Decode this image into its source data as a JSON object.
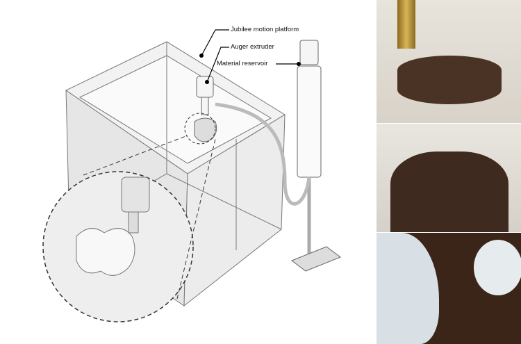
{
  "labels": {
    "jubilee": "Jubilee motion platform",
    "auger": "Auger extruder",
    "reservoir": "Material reservoir"
  },
  "photos": [
    {
      "name": "printed-cylinder-photo"
    },
    {
      "name": "printed-wavy-vessel-photo"
    },
    {
      "name": "mycelium-growth-photo"
    }
  ]
}
